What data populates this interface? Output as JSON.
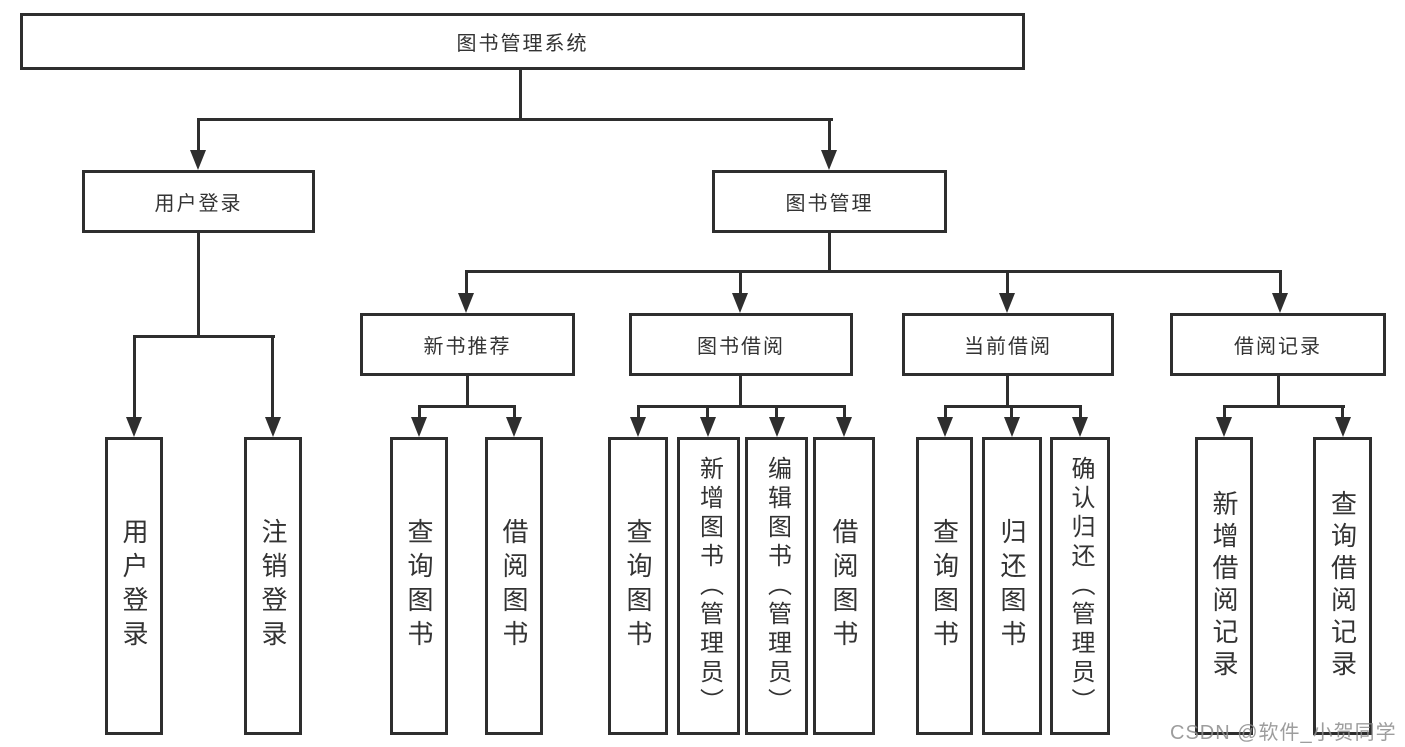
{
  "diagram_type": "hierarchy-tree",
  "colors": {
    "background": "#ffffff",
    "box_border": "#2e2e2e",
    "connector": "#2e2e2e",
    "text": "#333333",
    "watermark": "#8c8c8c"
  },
  "tree": {
    "label": "图书管理系统",
    "children": [
      {
        "label": "用户登录",
        "children": [
          {
            "label": "用户登录"
          },
          {
            "label": "注销登录"
          }
        ]
      },
      {
        "label": "图书管理",
        "children": [
          {
            "label": "新书推荐",
            "children": [
              {
                "label": "查询图书"
              },
              {
                "label": "借阅图书"
              }
            ]
          },
          {
            "label": "图书借阅",
            "children": [
              {
                "label": "查询图书"
              },
              {
                "label": "新增图书（管理员）"
              },
              {
                "label": "编辑图书（管理员）"
              },
              {
                "label": "借阅图书"
              }
            ]
          },
          {
            "label": "当前借阅",
            "children": [
              {
                "label": "查询图书"
              },
              {
                "label": "归还图书"
              },
              {
                "label": "确认归还（管理员）"
              }
            ]
          },
          {
            "label": "借阅记录",
            "children": [
              {
                "label": "新增借阅记录"
              },
              {
                "label": "查询借阅记录"
              }
            ]
          }
        ]
      }
    ]
  },
  "watermark": {
    "text": "CSDN @软件_小贺同学"
  }
}
